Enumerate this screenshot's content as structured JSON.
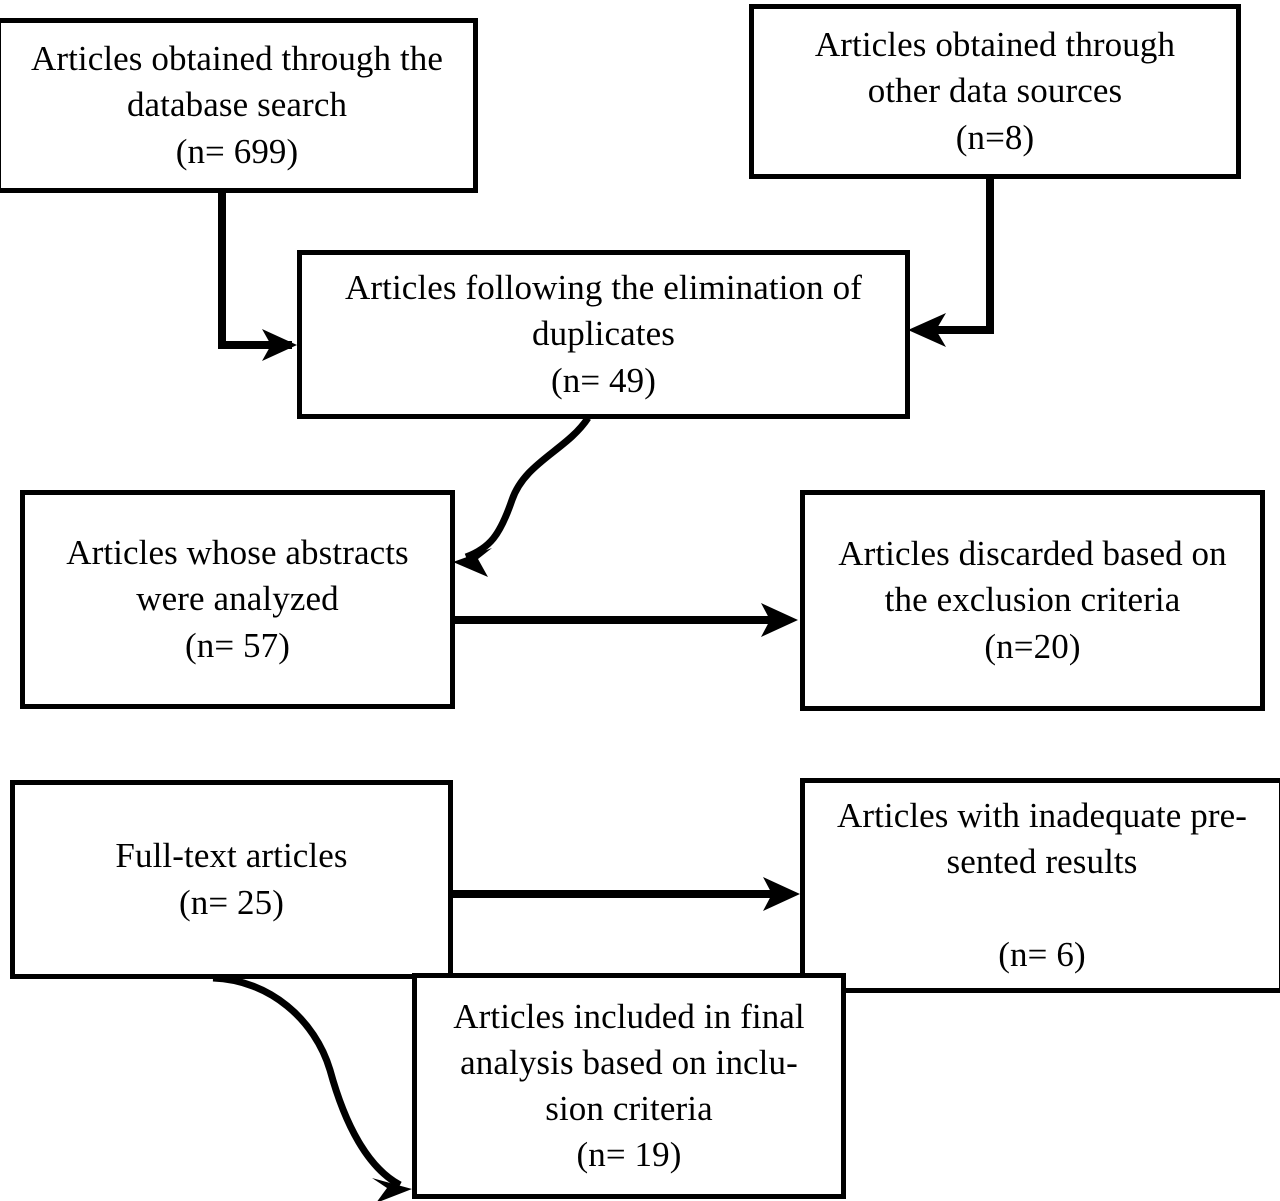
{
  "diagram": {
    "title": "PRISMA-style article selection flow",
    "type": "flowchart",
    "background_color": "#ffffff",
    "line_color": "#000000",
    "text_color": "#000000"
  },
  "nodes": {
    "db_search": {
      "id": "db-search",
      "lines": [
        "Articles obtained through the",
        "database search",
        "(n= 699)"
      ],
      "count": 699
    },
    "other_sources": {
      "id": "other-sources",
      "lines": [
        "Articles obtained through",
        "other data sources",
        "(n=8)"
      ],
      "count": 8
    },
    "duplicates": {
      "id": "duplicates",
      "lines": [
        "Articles following the elimination of",
        "duplicates",
        "(n= 49)"
      ],
      "count": 49
    },
    "abstracts": {
      "id": "abstracts",
      "lines": [
        "Articles whose abstracts",
        "were analyzed",
        "(n= 57)"
      ],
      "count": 57
    },
    "discarded": {
      "id": "discarded",
      "lines": [
        "Articles discarded based on",
        "the exclusion criteria",
        "(n=20)"
      ],
      "count": 20
    },
    "fulltext": {
      "id": "fulltext",
      "lines": [
        "Full-text articles",
        "(n= 25)"
      ],
      "count": 25
    },
    "inadequate": {
      "id": "inadequate",
      "lines": [
        "Articles with inadequate pre-",
        "sented results",
        "",
        "(n= 6)"
      ],
      "count": 6
    },
    "final": {
      "id": "final",
      "lines": [
        "Articles included in final",
        "analysis based on inclu-",
        "sion criteria",
        "(n= 19)"
      ],
      "count": 19
    }
  },
  "edges": [
    {
      "name": "db-search-to-duplicates",
      "from": "db_search",
      "to": "duplicates",
      "style": "elbow",
      "arrow": "right"
    },
    {
      "name": "other-sources-to-duplicates",
      "from": "other_sources",
      "to": "duplicates",
      "style": "elbow",
      "arrow": "left"
    },
    {
      "name": "duplicates-to-abstracts",
      "from": "duplicates",
      "to": "abstracts",
      "style": "curve",
      "arrow": "down-left"
    },
    {
      "name": "abstracts-to-discarded",
      "from": "abstracts",
      "to": "discarded",
      "style": "straight",
      "arrow": "right"
    },
    {
      "name": "fulltext-to-inadequate",
      "from": "fulltext",
      "to": "inadequate",
      "style": "straight",
      "arrow": "right"
    },
    {
      "name": "fulltext-to-final",
      "from": "fulltext",
      "to": "final",
      "style": "curve",
      "arrow": "down-right"
    }
  ]
}
